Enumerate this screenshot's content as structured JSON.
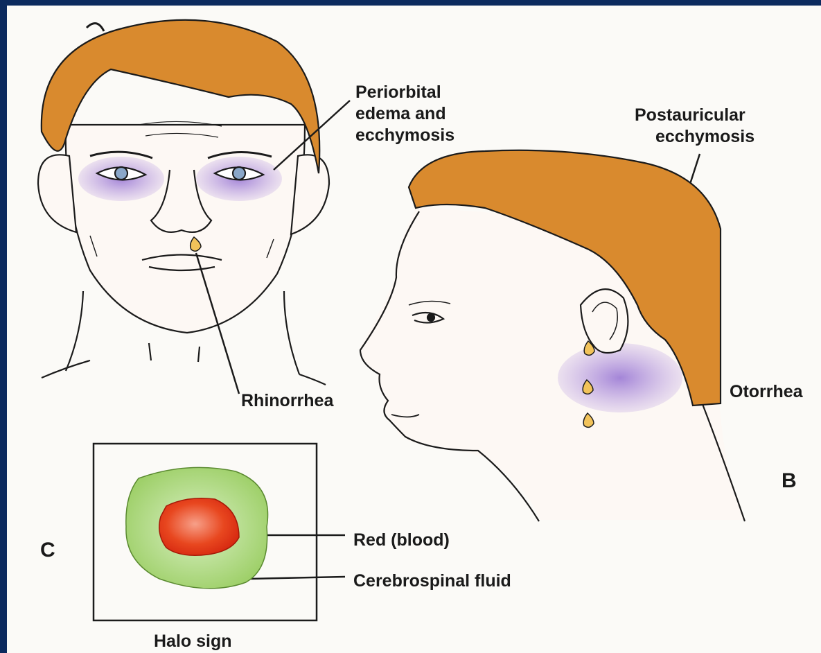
{
  "labels": {
    "periorbital": [
      "Periorbital",
      "edema and",
      "ecchymosis"
    ],
    "postauricular": [
      "Postauricular",
      "ecchymosis"
    ],
    "rhinorrhea": "Rhinorrhea",
    "otorrhea": "Otorrhea",
    "red_blood": "Red (blood)",
    "csf": "Cerebrospinal fluid",
    "halo_sign": "Halo sign",
    "panel_b": "B",
    "panel_c": "C"
  },
  "colors": {
    "hair": "#d98a2e",
    "bruise": "#b79ae0",
    "skin": "#fdf8f4",
    "blood": "#e23a1c",
    "csf": "#a9d97a",
    "drop": "#f2c35a",
    "background": "#0b2a5e"
  }
}
